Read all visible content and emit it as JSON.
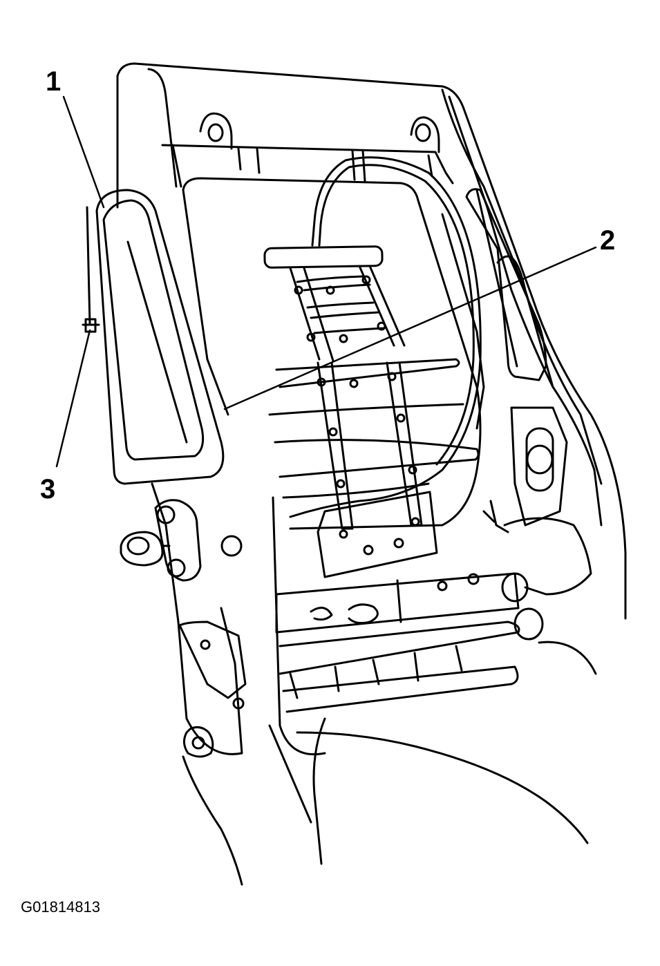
{
  "callouts": [
    {
      "id": "1",
      "text": "1"
    },
    {
      "id": "2",
      "text": "2"
    },
    {
      "id": "3",
      "text": "3"
    }
  ],
  "figure_code": "G01814813",
  "colors": {
    "ink": "#000000",
    "paper": "#ffffff"
  }
}
